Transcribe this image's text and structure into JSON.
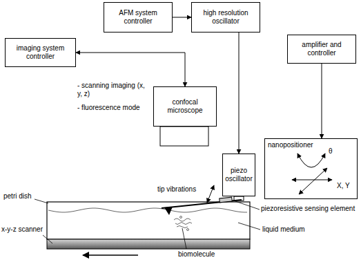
{
  "diagram": {
    "nodes": [
      {
        "text": [
          "AFM system controller"
        ]
      },
      {
        "text": [
          "high resolution oscillator"
        ]
      },
      {
        "text": [
          "imaging system controller"
        ]
      },
      {
        "text": [
          "amplifier and controller"
        ]
      },
      {
        "text": [
          "confocal microscope"
        ]
      },
      {
        "text": [
          "piezo oscillator"
        ]
      },
      {
        "text": [
          "nanopositioner",
          "θ",
          "X, Y"
        ]
      }
    ],
    "edges": [
      {
        "from": 0,
        "to": 1,
        "arrow": "to"
      },
      {
        "from": 1,
        "to": 5,
        "arrow": "to"
      },
      {
        "from": 2,
        "to": 4,
        "arrow": "both"
      },
      {
        "from": 3,
        "to": 6,
        "arrow": "to"
      }
    ],
    "labels": [
      "- scanning imaging (x, y, z)",
      "- fluorescence mode",
      "tip vibrations",
      "piezoresistive sensing element",
      "petri dish",
      "liquid medium",
      "x-y-z scanner",
      "biomolecule"
    ]
  }
}
